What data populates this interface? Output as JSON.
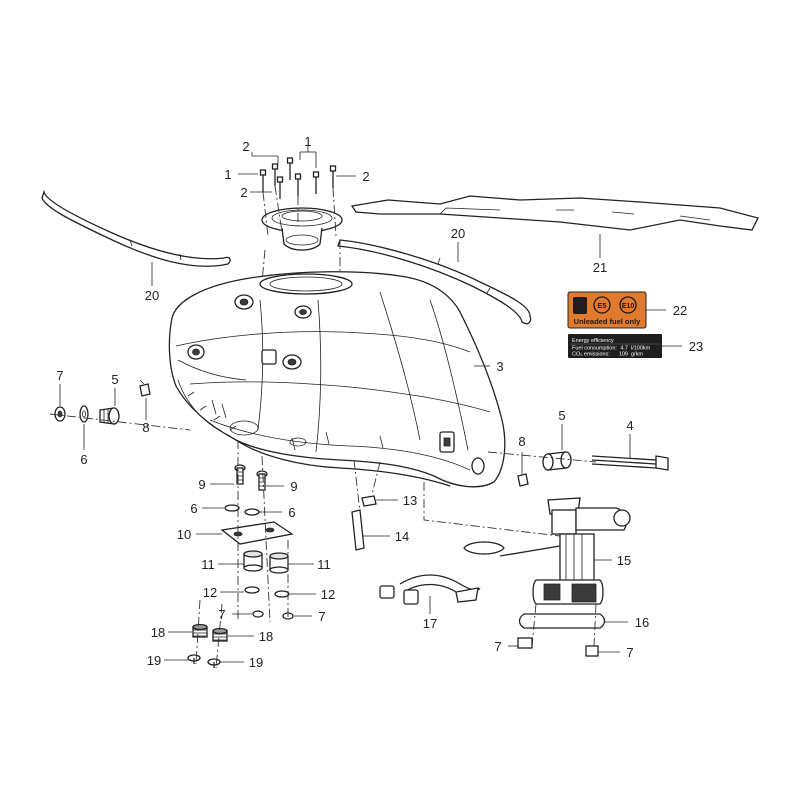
{
  "callouts": {
    "c1a": "1",
    "c1b": "1",
    "c2a": "2",
    "c2b": "2",
    "c2c": "2",
    "c3": "3",
    "c4": "4",
    "c5a": "5",
    "c5b": "5",
    "c6a": "6",
    "c6b": "6",
    "c6c": "6",
    "c7a": "7",
    "c7b": "7",
    "c7c": "7",
    "c7d": "7",
    "c7e": "7",
    "c8a": "8",
    "c8b": "8",
    "c9a": "9",
    "c9b": "9",
    "c10": "10",
    "c11a": "11",
    "c11b": "11",
    "c12a": "12",
    "c12b": "12",
    "c13": "13",
    "c14": "14",
    "c15": "15",
    "c16": "16",
    "c17": "17",
    "c18a": "18",
    "c18b": "18",
    "c19a": "19",
    "c19b": "19",
    "c20a": "20",
    "c20b": "20",
    "c21": "21",
    "c22": "22",
    "c23": "23"
  },
  "fuel_label": {
    "badge_e5": "E5",
    "badge_e10": "E10",
    "caption": "Unleaded fuel only",
    "bg_color": "#e07a2e"
  },
  "efficiency_label": {
    "title": "Energy efficiency",
    "row1_label": "Fuel consumption:",
    "row1_value": "4.7",
    "row1_unit": "l/100km",
    "row2_label": "CO₂ emissions:",
    "row2_value": "109",
    "row2_unit": "g/km",
    "bg_color": "#1e1e1e"
  }
}
